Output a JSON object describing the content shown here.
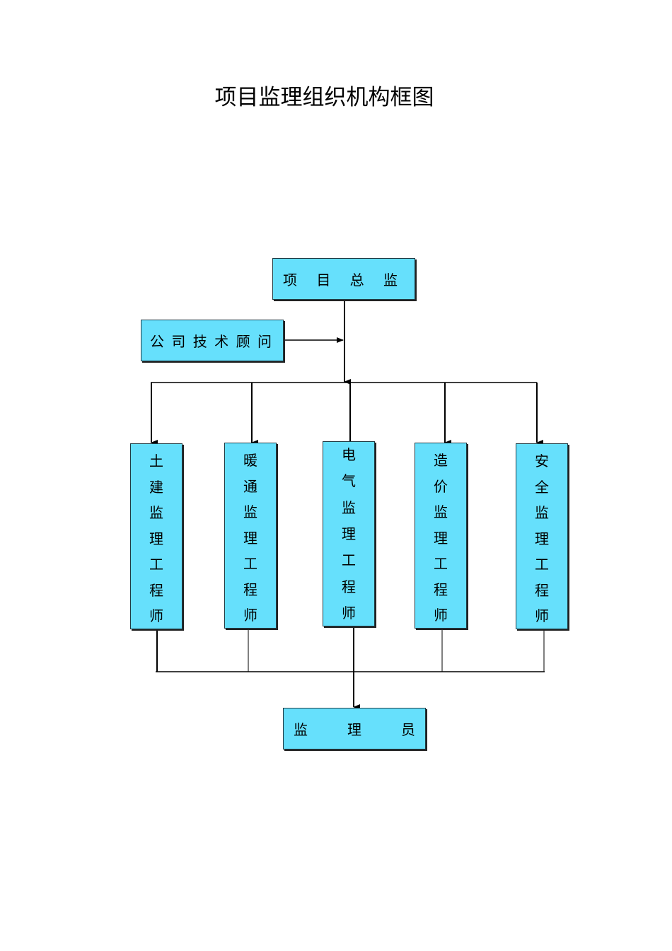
{
  "title": "项目监理组织机构框图",
  "nodes": {
    "chief": {
      "chars": [
        "项",
        "目",
        "总",
        "监"
      ]
    },
    "advisor": {
      "chars": [
        "公",
        "司",
        "技",
        "术",
        "顾",
        "问"
      ]
    },
    "engineers": [
      {
        "id": "civil",
        "chars": [
          "土",
          "建",
          "监",
          "理",
          "工",
          "程",
          "师"
        ]
      },
      {
        "id": "hvac",
        "chars": [
          "暖",
          "通",
          "监",
          "理",
          "工",
          "程",
          "师"
        ]
      },
      {
        "id": "electrical",
        "chars": [
          "电",
          "气",
          "监",
          "理",
          "工",
          "程",
          "师"
        ]
      },
      {
        "id": "cost",
        "chars": [
          "造",
          "价",
          "监",
          "理",
          "工",
          "程",
          "师"
        ]
      },
      {
        "id": "safety",
        "chars": [
          "安",
          "全",
          "监",
          "理",
          "工",
          "程",
          "师"
        ]
      }
    ],
    "supervisor": {
      "chars": [
        "监",
        "理",
        "员"
      ]
    }
  },
  "colors": {
    "box_fill": "#66e0fc",
    "box_border": "#1f3a44",
    "line": "#000000"
  }
}
